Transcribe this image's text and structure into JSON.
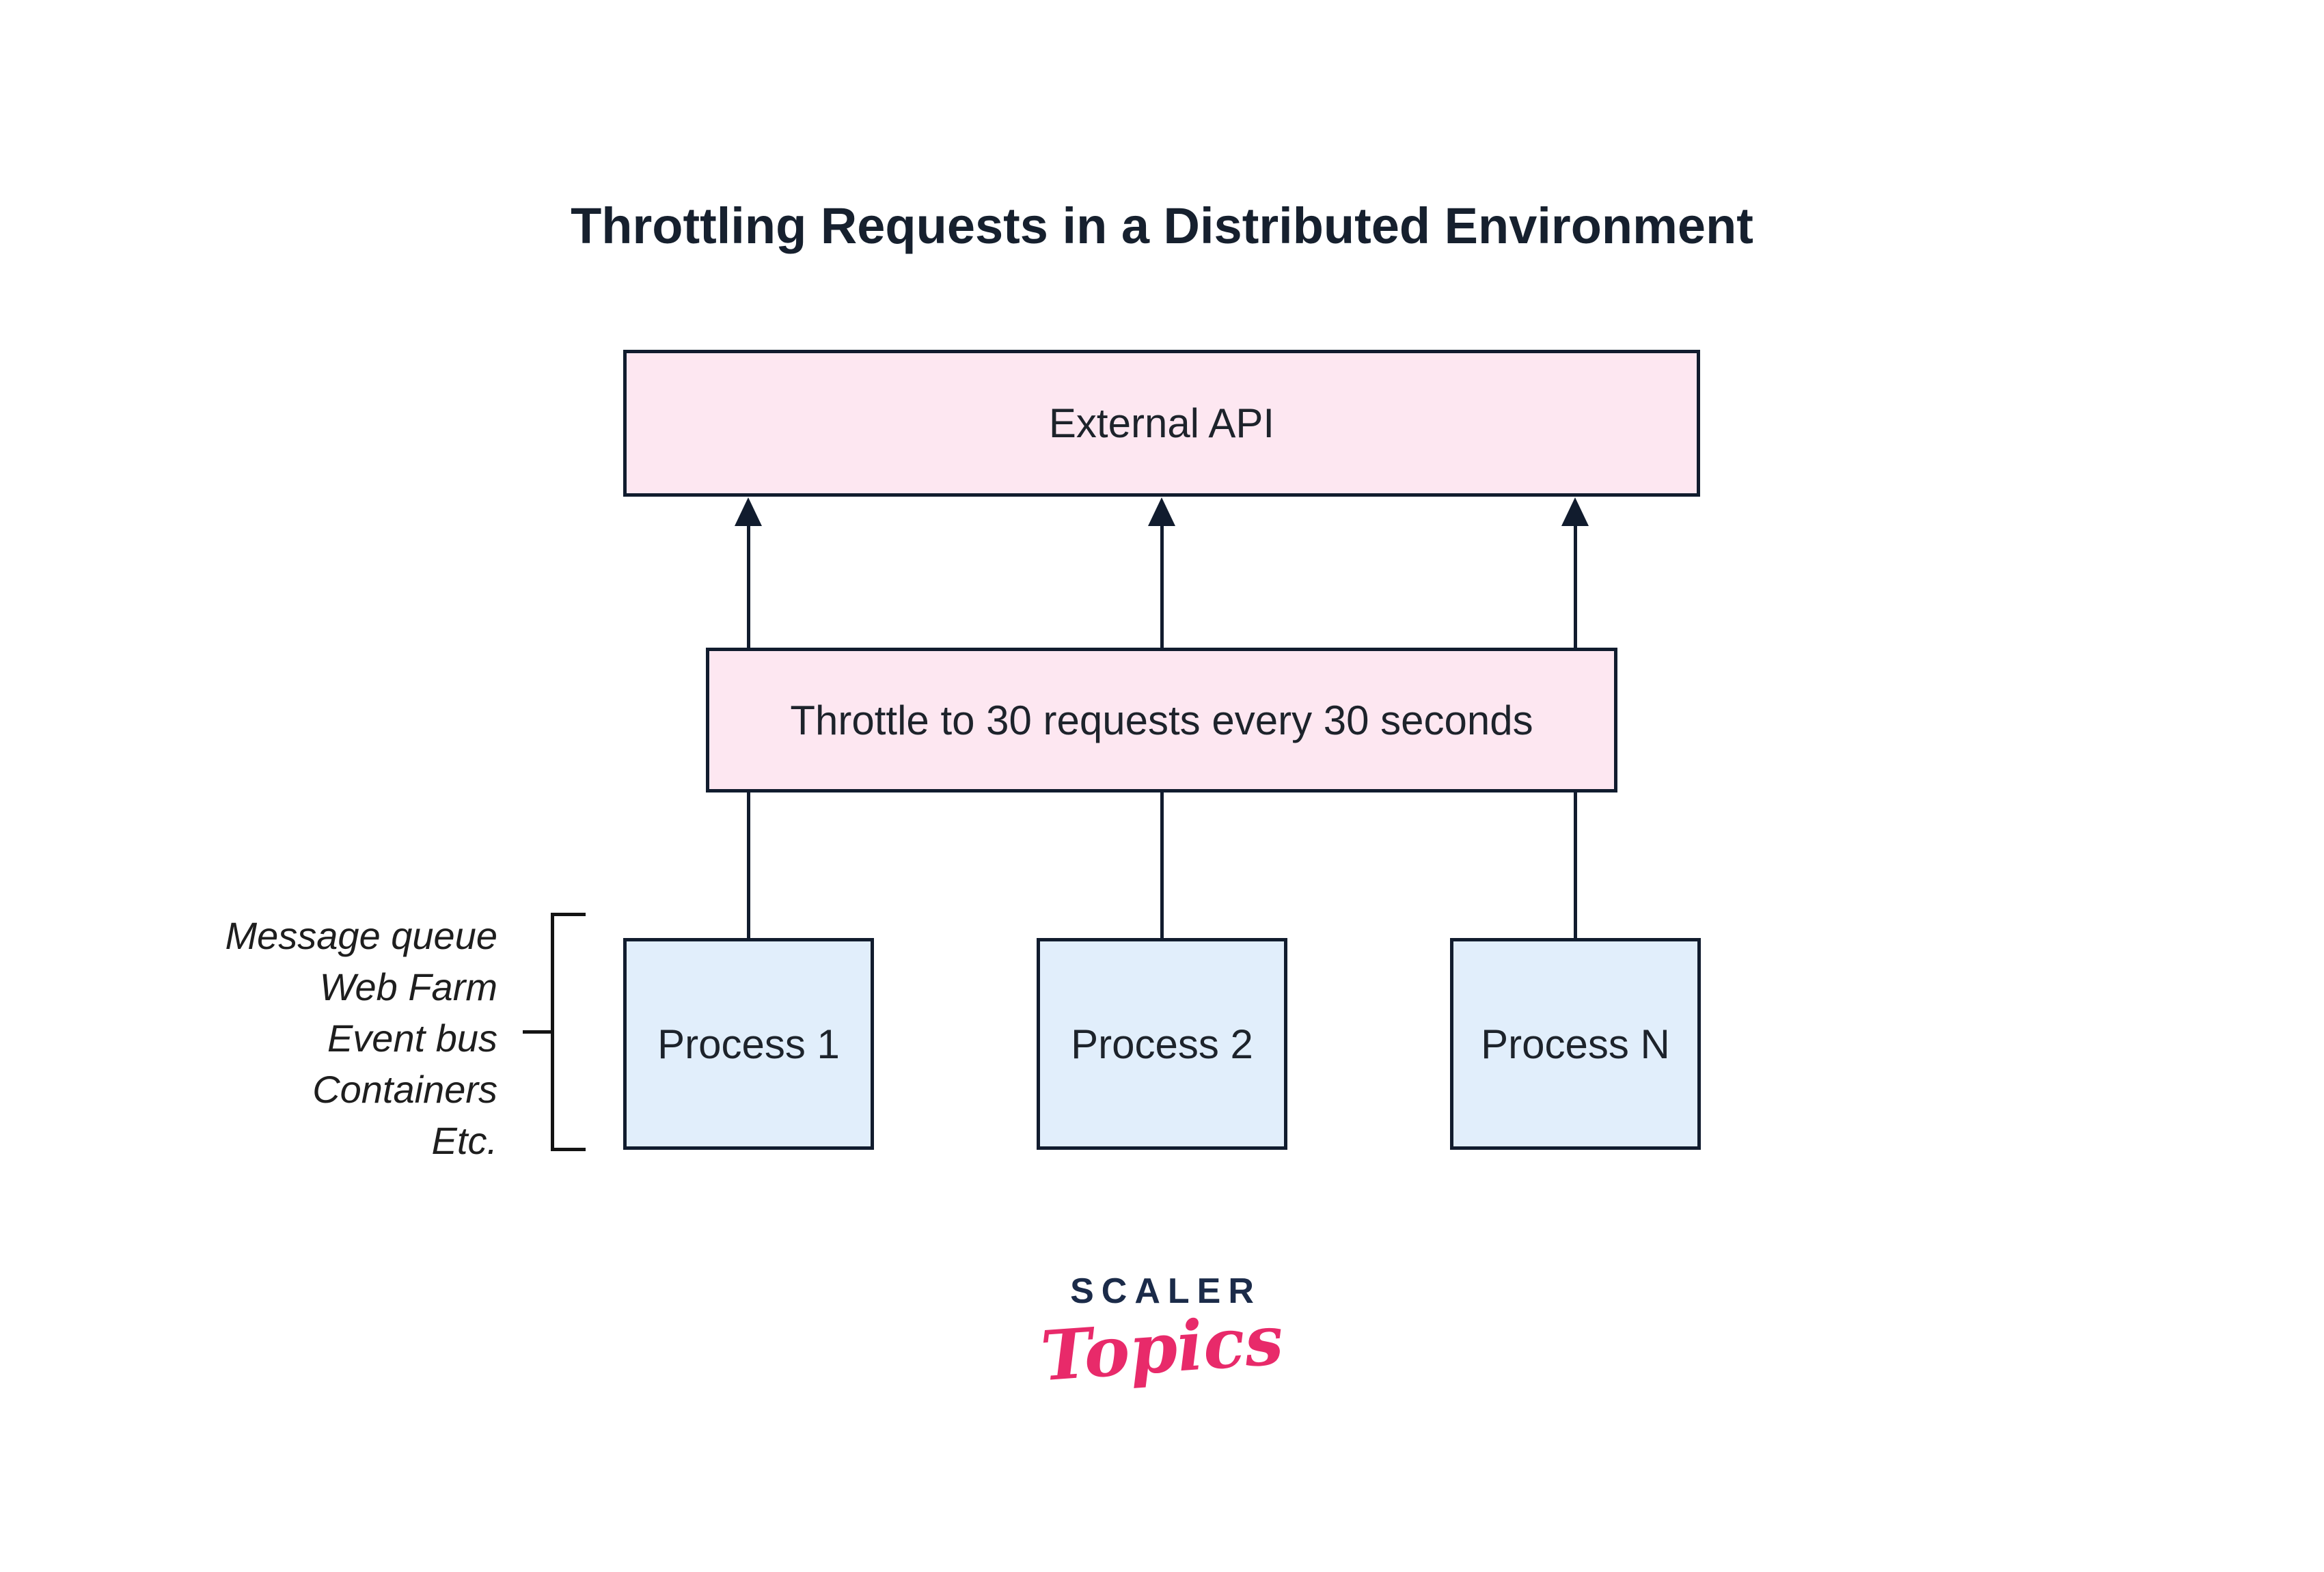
{
  "title": "Throttling Requests in a Distributed Environment",
  "diagram": {
    "external_api": {
      "label": "External API"
    },
    "throttle": {
      "label": "Throttle to 30 requests every 30 seconds"
    },
    "processes": [
      {
        "label": "Process 1"
      },
      {
        "label": "Process 2"
      },
      {
        "label": "Process N"
      }
    ],
    "side_labels": [
      "Message queue",
      "Web Farm",
      "Event bus",
      "Containers",
      "Etc."
    ],
    "arrow_count": 3
  },
  "logo": {
    "brand": "SCALER",
    "sub_brand": "Topics"
  },
  "colors": {
    "background": "#ffffff",
    "pink_box_fill": "#fde7f1",
    "blue_box_fill": "#e1eefb",
    "box_border": "#111c2e",
    "title_text": "#16202e",
    "logo_navy": "#1b2b49",
    "logo_pink": "#e82a6a"
  }
}
